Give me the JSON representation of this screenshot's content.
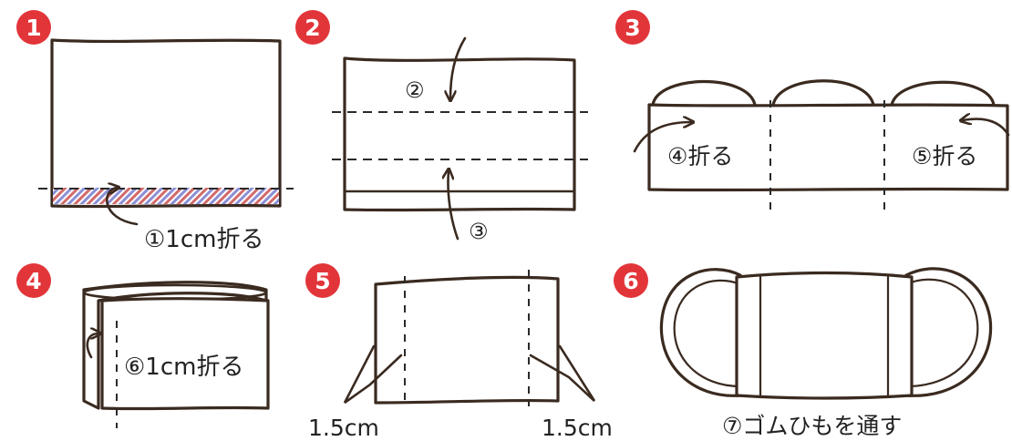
{
  "colors": {
    "badge": "#e2353a",
    "ink": "#3a2a20",
    "hem_blue": "#8a8fd6",
    "hem_red": "#d26a6a"
  },
  "steps": [
    {
      "badge": "1",
      "label": "①1cm折る"
    },
    {
      "badge": "2",
      "labels": [
        "②",
        "③"
      ]
    },
    {
      "badge": "3",
      "labels": [
        "④折る",
        "⑤折る"
      ]
    },
    {
      "badge": "4",
      "label": "⑥1cm折る"
    },
    {
      "badge": "5",
      "labels": [
        "1.5cm",
        "1.5cm"
      ]
    },
    {
      "badge": "6",
      "label": "⑦ゴムひもを通す"
    }
  ]
}
